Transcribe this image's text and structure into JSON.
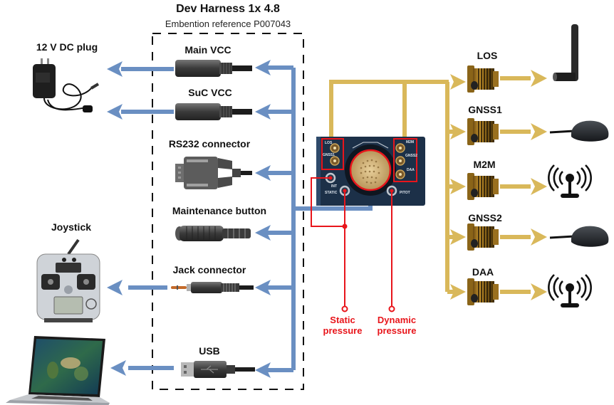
{
  "header": {
    "title": "Dev Harness 1x 4.8",
    "subtitle": "Embention reference P007043"
  },
  "external_devices": {
    "dc_plug": {
      "label": "12 V DC plug",
      "icon": "power-adapter-icon"
    },
    "joystick": {
      "label": "Joystick",
      "icon": "rc-transmitter-icon"
    },
    "laptop": {
      "label": "",
      "icon": "laptop-icon"
    }
  },
  "harness_connectors": [
    {
      "id": "main-vcc",
      "label": "Main VCC",
      "icon": "barrel-jack-icon"
    },
    {
      "id": "suc-vcc",
      "label": "SuC VCC",
      "icon": "barrel-jack-icon"
    },
    {
      "id": "rs232",
      "label": "RS232 connector",
      "icon": "db9-connector-icon"
    },
    {
      "id": "maintenance",
      "label": "Maintenance button",
      "icon": "push-button-icon"
    },
    {
      "id": "jack",
      "label": "Jack connector",
      "icon": "audio-jack-icon"
    },
    {
      "id": "usb",
      "label": "USB",
      "icon": "usb-plug-icon"
    }
  ],
  "autopilot": {
    "left_ports": [
      "LOS",
      "GNSS1"
    ],
    "right_ports": [
      "M2M",
      "GNSS2",
      "DAA"
    ],
    "pneumatic_ports": [
      "INT",
      "STATIC",
      "PITOT"
    ]
  },
  "pressure_ports": [
    {
      "line1": "Static",
      "line2": "pressure"
    },
    {
      "line1": "Dynamic",
      "line2": "pressure"
    }
  ],
  "rf_outputs": [
    {
      "label": "LOS",
      "icon": "whip-antenna-icon"
    },
    {
      "label": "GNSS1",
      "icon": "gnss-puck-antenna-icon"
    },
    {
      "label": "M2M",
      "icon": "radio-tower-icon"
    },
    {
      "label": "GNSS2",
      "icon": "gnss-puck-antenna-icon"
    },
    {
      "label": "DAA",
      "icon": "radio-tower-icon"
    }
  ],
  "colors": {
    "power_data_bus": "#6a8fc2",
    "rf_bus": "#d9b85a",
    "pneumatic": "#e8151b",
    "harness_border": "#111111"
  }
}
